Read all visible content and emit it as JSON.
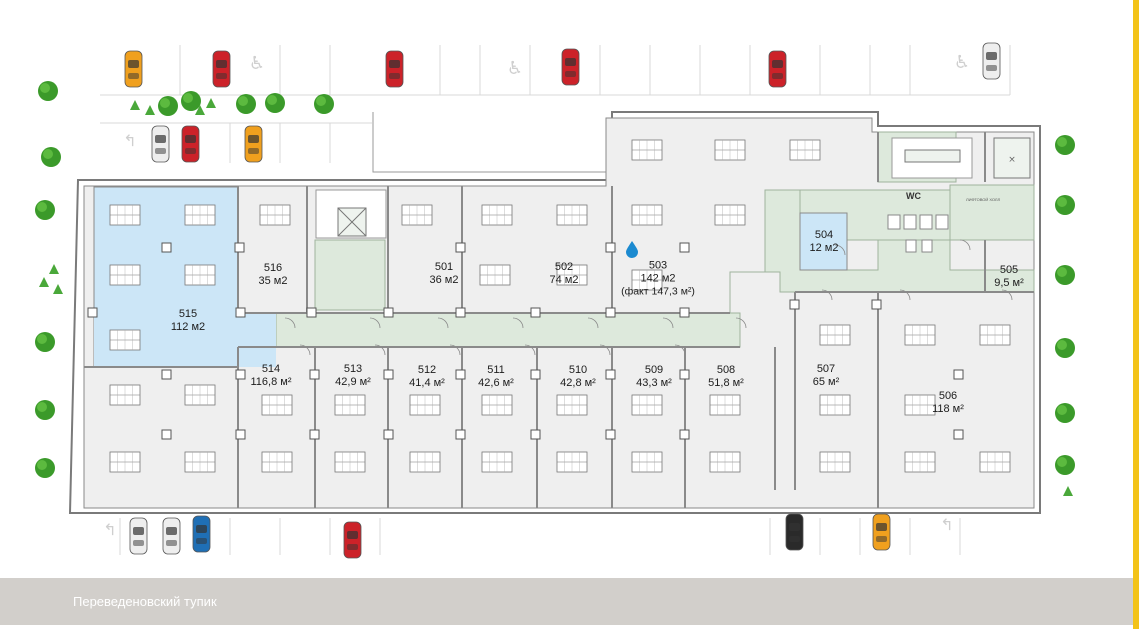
{
  "colors": {
    "wall": "#ffffff",
    "wall_stroke": "#7a7a7a",
    "room_fill": "#f0f0f0",
    "corridor_fill": "#dde9dc",
    "highlight_room_fill": "#cce6f7",
    "street_band": "#d2cfcb",
    "accent_rule": "#f3c318",
    "tree": "#3b9a2a",
    "car_red": "#cc2229",
    "car_orange": "#f0a01e",
    "car_white": "#eeeeee",
    "car_blue": "#1f6fb5",
    "car_black": "#2a2a2a"
  },
  "rooms": [
    {
      "id": "515",
      "number": "515",
      "area": "112 м2",
      "highlight": true
    },
    {
      "id": "516",
      "number": "516",
      "area": "35 м2"
    },
    {
      "id": "501",
      "number": "501",
      "area": "36 м2"
    },
    {
      "id": "502",
      "number": "502",
      "area": "74 м2"
    },
    {
      "id": "503",
      "number": "503",
      "area": "142 м2",
      "extra": "(факт 147,3 м²)",
      "icon": "water-drop-icon"
    },
    {
      "id": "504",
      "number": "504",
      "area": "12 м2",
      "highlight": true
    },
    {
      "id": "505",
      "number": "505",
      "area": "9,5 м²"
    },
    {
      "id": "514",
      "number": "514",
      "area": "116,8 м²"
    },
    {
      "id": "513",
      "number": "513",
      "area": "42,9 м²"
    },
    {
      "id": "512",
      "number": "512",
      "area": "41,4 м²"
    },
    {
      "id": "511",
      "number": "511",
      "area": "42,6 м²"
    },
    {
      "id": "510",
      "number": "510",
      "area": "42,8 м²"
    },
    {
      "id": "509",
      "number": "509",
      "area": "43,3 м²"
    },
    {
      "id": "508",
      "number": "508",
      "area": "51,8 м²"
    },
    {
      "id": "507",
      "number": "507",
      "area": "65 м²"
    },
    {
      "id": "506",
      "number": "506",
      "area": "118 м²"
    }
  ],
  "wc_label": "WC",
  "elevator_hall_label": "ЛИФТОВОЙ ХОЛЛ",
  "street_name": "Переведеновский тупик",
  "parking": {
    "cars_top": [
      "orange",
      "red",
      "red",
      "red",
      "red",
      "white"
    ],
    "cars_top_left_row2": [
      "white",
      "red",
      "orange"
    ],
    "cars_bottom": [
      "white",
      "white",
      "blue",
      "red",
      "black",
      "orange"
    ],
    "icons": [
      "wheelchair-icon",
      "no-parking-icon"
    ]
  }
}
